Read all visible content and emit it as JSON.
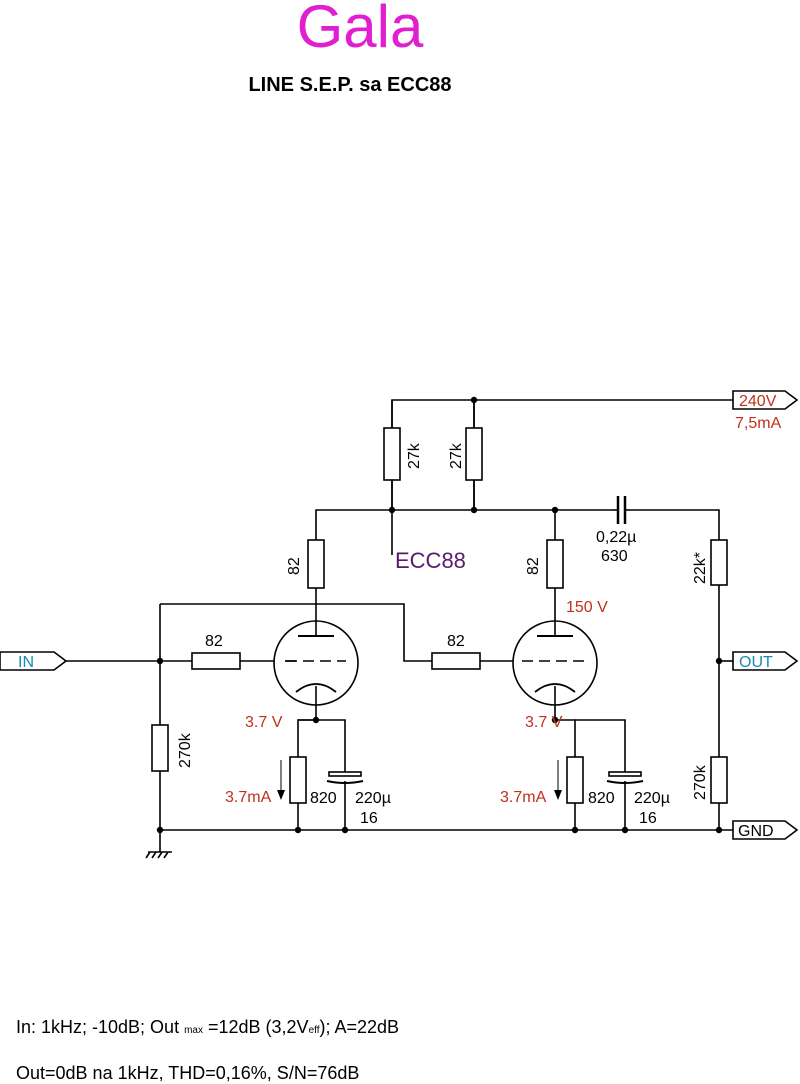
{
  "header": {
    "title": "Gala",
    "subtitle": "LINE S.E.P. sa ECC88"
  },
  "colors": {
    "title": "#e020d0",
    "measurement": "#c0301c",
    "port": "#1a8bb0",
    "tube_label": "#5a1a6a"
  },
  "schematic": {
    "tube_type": "ECC88",
    "ports": {
      "supply": "240V",
      "supply_current": "7,5mA",
      "input": "IN",
      "output": "OUT",
      "ground": "GND"
    },
    "plate_load_1": "27k",
    "plate_load_2": "27k",
    "anode_resistor_1": "82",
    "anode_resistor_2": "82",
    "grid_resistor_1": "82",
    "grid_resistor_2": "82",
    "input_resistor": "270k",
    "cathode_resistor_1": "820",
    "cathode_resistor_2": "820",
    "cathode_cap_1": {
      "value": "220µ",
      "voltage": "16"
    },
    "cathode_cap_2": {
      "value": "220µ",
      "voltage": "16"
    },
    "coupling_cap": {
      "value": "0,22µ",
      "voltage": "630"
    },
    "output_series_resistor": "22k*",
    "output_shunt_resistor": "270k",
    "cathode_voltage_1": "3.7 V",
    "cathode_voltage_2": "3.7 V",
    "cathode_current_1": "3.7mA",
    "cathode_current_2": "3.7mA",
    "plate_voltage_2": "150 V"
  },
  "notes": {
    "line1_a": "In: 1kHz;  -10dB; Out ",
    "line1_sub1": "max",
    "line1_b": " =12dB (3,2V",
    "line1_sub2": "eff",
    "line1_c": "); A=22dB",
    "line2": "Out=0dB na 1kHz, THD=0,16%, S/N=76dB"
  }
}
